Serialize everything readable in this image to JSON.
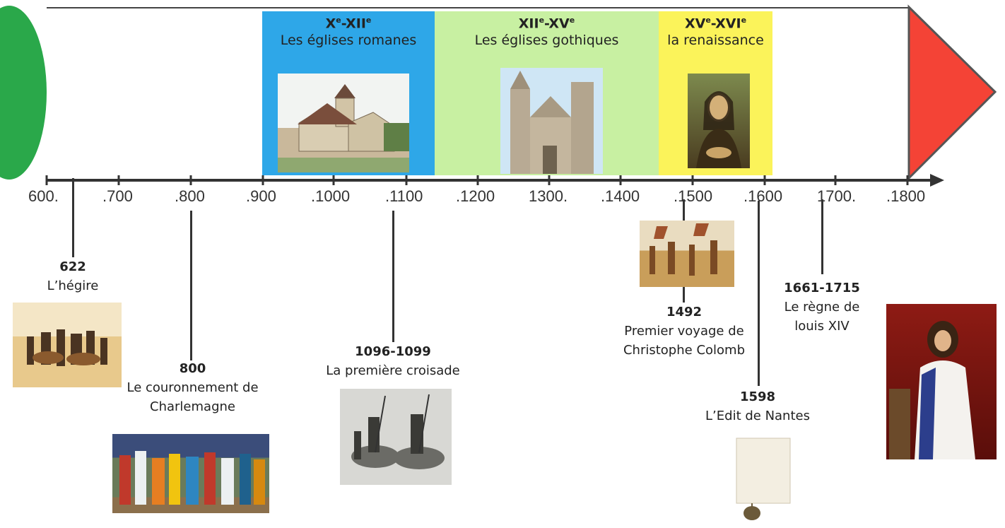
{
  "periods": [
    {
      "title_a": "X",
      "title_b": "-XII",
      "subtitle": "Les églises romanes",
      "color": "#2ea7e8"
    },
    {
      "title_a": "XII",
      "title_b": "-XV",
      "subtitle": "Les églises gothiques",
      "color": "#c8f0a2"
    },
    {
      "title_a": "XV",
      "title_b": "-XVI",
      "subtitle": "la renaissance",
      "color": "#fbf35a"
    }
  ],
  "sup": "e",
  "ticks": [
    "600.",
    ".700",
    ".800",
    ".900",
    ".1000",
    ".1100",
    ".1200",
    "1300.",
    ".1400",
    ".1500",
    ".1600",
    "1700.",
    ".1800"
  ],
  "events": [
    {
      "year": "622",
      "label": "L’hégire"
    },
    {
      "year": "800",
      "label_1": "Le couronnement de",
      "label_2": "Charlemagne"
    },
    {
      "year": "1096-1099",
      "label": "La première croisade"
    },
    {
      "year": "1492",
      "label_1": "Premier voyage de",
      "label_2": "Christophe Colomb"
    },
    {
      "year": "1598",
      "label": "L’Edit de Nantes"
    },
    {
      "year": "1661-1715",
      "label_1": "Le règne de",
      "label_2": "louis XIV"
    }
  ],
  "colors": {
    "start_cap": "#2aa84a",
    "end_arrow": "#f44336",
    "axis": "#333333"
  }
}
